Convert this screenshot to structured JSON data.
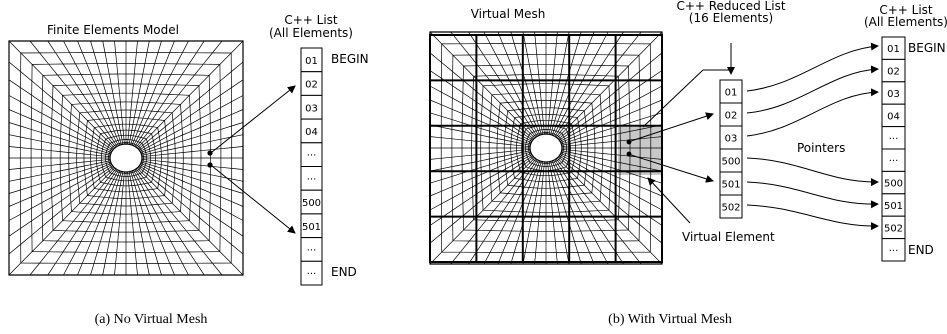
{
  "panel_a": {
    "title": "Finite Elements Model",
    "list_title_line1": "C++ List",
    "list_title_line2": "(All Elements)",
    "list_cells": [
      "01",
      "02",
      "03",
      "04",
      "···",
      "···",
      "500",
      "501",
      "···",
      "···"
    ],
    "begin_label": "BEGIN",
    "end_label": "END",
    "caption": "(a)  No Virtual Mesh"
  },
  "panel_b": {
    "title": "Virtual Mesh",
    "reduced_title_line1": "C++ Reduced List",
    "reduced_title_line2": "(16 Elements)",
    "reduced_cells": [
      "01",
      "02",
      "03",
      "500",
      "501",
      "502"
    ],
    "list_title_line1": "C++ List",
    "list_title_line2": "(All Elements)",
    "list_cells": [
      "01",
      "02",
      "03",
      "04",
      "···",
      "···",
      "500",
      "501",
      "502",
      "···"
    ],
    "begin_label": "BEGIN",
    "end_label": "END",
    "pointers_label": "Pointers",
    "virtual_element_label": "Virtual Element",
    "caption": "(b)  With Virtual Mesh"
  },
  "colors": {
    "line": "#000000",
    "highlight": "#c8c8c8",
    "background": "#ffffff"
  }
}
